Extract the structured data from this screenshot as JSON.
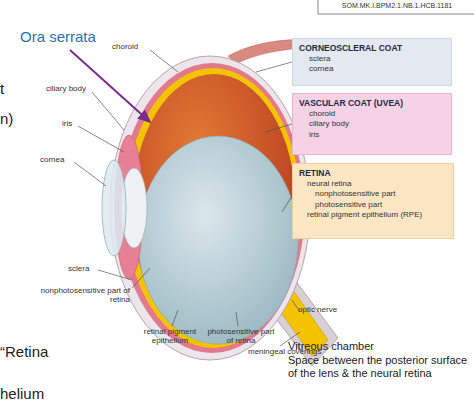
{
  "diagram": {
    "nodes": [
      {
        "text": [
          "CORNEOSCLERAL COAT",
          "sclera",
          "cornea"
        ]
      },
      {
        "text": [
          "VASCULAR COAT (UVEA)",
          "choroid",
          "ciliary body",
          "iris"
        ]
      },
      {
        "text": [
          "RETINA",
          "neural retina",
          "nonphotosensitive part",
          "photosensitive part",
          "retinal pigment epithelium (RPE)"
        ]
      }
    ],
    "labels": [
      "SOM.MK.I.BPM2.1.NB.1.HCB.1181",
      "Ora serrata",
      "t",
      "n)",
      "choroid",
      "ciliary body",
      "iris",
      "cornea",
      "sclera",
      "nonphotosensitive part of retina",
      "retinal pigment epithelium",
      "photosensitive part of retina",
      "optic nerve",
      "meningeal coverings",
      "“Retina",
      "helium",
      "Vitreous chamber",
      "Space between the posterior surface of the lens & the neural retina"
    ]
  }
}
